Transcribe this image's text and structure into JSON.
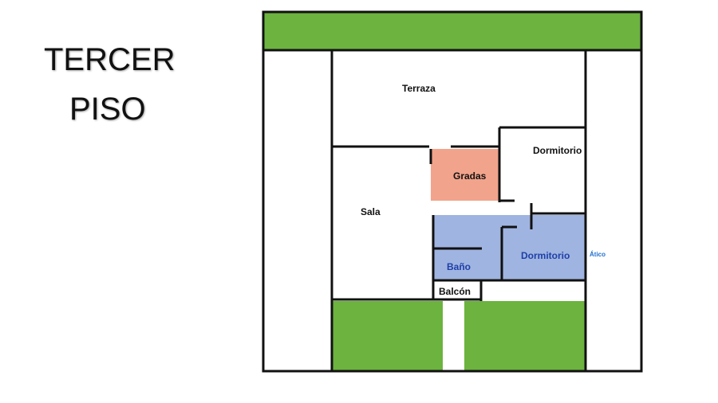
{
  "title": {
    "line1": "TERCER",
    "line2": "PISO"
  },
  "colors": {
    "green": "#6cb33f",
    "wall": "#111111",
    "stairs": "#f2a38b",
    "blue_room": "#9fb4e0"
  },
  "rooms": {
    "terrace": "Terraza",
    "stairs": "Gradas",
    "bedroom_top": "Dormitorio",
    "living": "Sala",
    "bath": "Baño",
    "bedroom_blue": "Dormitorio",
    "attic": "Ático",
    "balcony": "Balcón"
  }
}
